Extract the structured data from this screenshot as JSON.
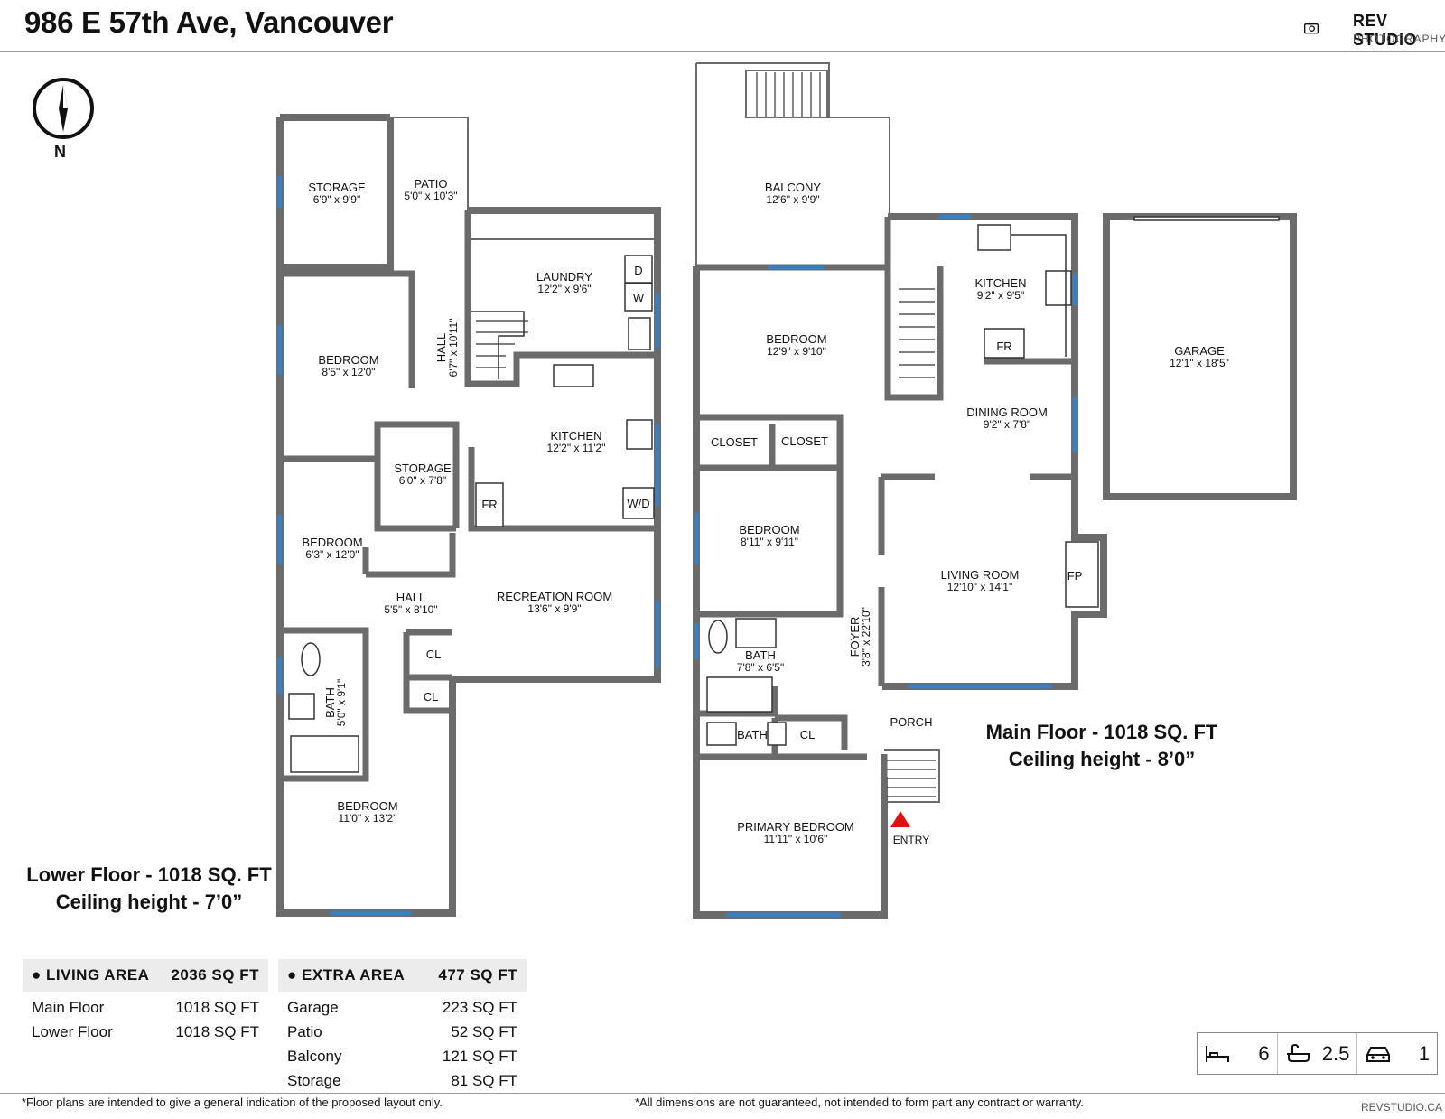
{
  "header": {
    "title": "986 E 57th Ave, Vancouver",
    "logo_line1": "REV STUDIO",
    "logo_line2": "PHOTOGRAPHY"
  },
  "compass": {
    "label": "N"
  },
  "lower_floor": {
    "caption_line1": "Lower Floor - 1018 SQ. FT",
    "caption_line2": "Ceiling height - 7’0”",
    "rooms": {
      "storage1": {
        "name": "STORAGE",
        "dim": "6'9\" x 9'9\""
      },
      "patio": {
        "name": "PATIO",
        "dim": "5'0\" x 10'3\""
      },
      "laundry": {
        "name": "LAUNDRY",
        "dim": "12'2\" x 9'6\""
      },
      "bedroom1": {
        "name": "BEDROOM",
        "dim": "8'5\" x 12'0\""
      },
      "hall1": {
        "name": "HALL",
        "dim": "6'7\" x 10'11\""
      },
      "kitchen": {
        "name": "KITCHEN",
        "dim": "12'2\" x 11'2\""
      },
      "storage2": {
        "name": "STORAGE",
        "dim": "6'0\" x 7'8\""
      },
      "bedroom2": {
        "name": "BEDROOM",
        "dim": "6'3\" x 12'0\""
      },
      "hall2": {
        "name": "HALL",
        "dim": "5'5\" x 8'10\""
      },
      "recreation": {
        "name": "RECREATION ROOM",
        "dim": "13'6\" x 9'9\""
      },
      "bath": {
        "name": "BATH",
        "dim": "5'0\" x 9'1\""
      },
      "bedroom3": {
        "name": "BEDROOM",
        "dim": "11'0\" x 13'2\""
      }
    },
    "fixtures": {
      "dryer": "D",
      "washer": "W",
      "fridge": "FR",
      "washer_dryer": "W/D",
      "closet1": "CL",
      "closet2": "CL"
    }
  },
  "main_floor": {
    "caption_line1": "Main Floor - 1018 SQ. FT",
    "caption_line2": "Ceiling height - 8’0”",
    "rooms": {
      "balcony": {
        "name": "BALCONY",
        "dim": "12'6\" x 9'9\""
      },
      "kitchen": {
        "name": "KITCHEN",
        "dim": "9'2\" x 9'5\""
      },
      "bedroom1": {
        "name": "BEDROOM",
        "dim": "12'9\" x 9'10\""
      },
      "garage": {
        "name": "GARAGE",
        "dim": "12'1\" x 18'5\""
      },
      "dining": {
        "name": "DINING ROOM",
        "dim": "9'2\" x 7'8\""
      },
      "closet1": {
        "name": "CLOSET"
      },
      "closet2": {
        "name": "CLOSET"
      },
      "bedroom2": {
        "name": "BEDROOM",
        "dim": "8'11\" x 9'11\""
      },
      "living": {
        "name": "LIVING ROOM",
        "dim": "12'10\" x 14'1\""
      },
      "bath": {
        "name": "BATH",
        "dim": "7'8\" x 6'5\""
      },
      "foyer": {
        "name": "FOYER",
        "dim": "3'8\" x 22'10\""
      },
      "porch": {
        "name": "PORCH"
      },
      "halfbath": {
        "name": "BATH"
      },
      "primary": {
        "name": "PRIMARY BEDROOM",
        "dim": "11'11\" x 10'6\""
      }
    },
    "fixtures": {
      "fridge": "FR",
      "fireplace": "FP",
      "closet": "CL",
      "entry": "ENTRY"
    }
  },
  "living_area": {
    "heading": "LIVING AREA",
    "total": "2036 SQ FT",
    "rows": [
      {
        "label": "Main Floor",
        "value": "1018 SQ FT"
      },
      {
        "label": "Lower Floor",
        "value": "1018 SQ FT"
      }
    ]
  },
  "extra_area": {
    "heading": "EXTRA AREA",
    "total": "477 SQ FT",
    "rows": [
      {
        "label": "Garage",
        "value": "223 SQ FT"
      },
      {
        "label": "Patio",
        "value": "52 SQ FT"
      },
      {
        "label": "Balcony",
        "value": "121 SQ FT"
      },
      {
        "label": "Storage",
        "value": "81 SQ FT"
      }
    ]
  },
  "stats": {
    "bedrooms": "6",
    "bathrooms": "2.5",
    "garage": "1"
  },
  "footer": {
    "disclaimer_left": "*Floor plans are intended to give a general indication of the proposed layout only.",
    "disclaimer_right": "*All dimensions are not guaranteed, not intended to form part any contract or warranty.",
    "website": "REVSTUDIO.CA"
  },
  "colors": {
    "wall": "#6b6b6b",
    "window": "#3a7fc1",
    "entry": "#e01010",
    "table_head": "#ececec"
  }
}
